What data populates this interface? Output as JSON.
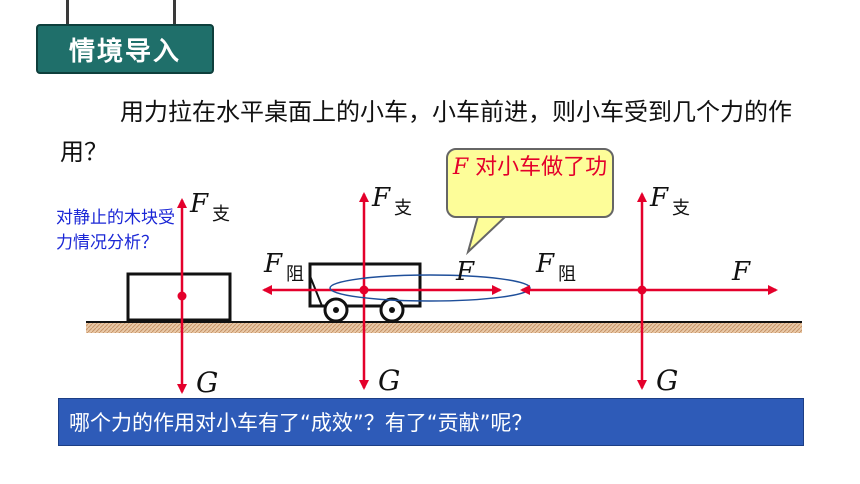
{
  "header": {
    "title": "情境导入"
  },
  "question": {
    "text": "用力拉在水平桌面上的小车，小车前进，则小车受到几个力的作用？"
  },
  "side_note": {
    "text": "对静止的木块受力情况分析？"
  },
  "callout": {
    "force_symbol": "F",
    "text": "对小车做了功"
  },
  "labels": {
    "F": "F",
    "support_sub": "支",
    "resist_sub": "阻",
    "G": "G"
  },
  "footer": {
    "text": "哪个力的作用对小车有了“成效”？有了“贡献”呢？"
  },
  "colors": {
    "header_bg": "#1f6f6a",
    "arrow": "#e4002b",
    "footer_bg": "#2e5bb8",
    "note": "#1b27d6",
    "callout_bg": "#fdfd99"
  }
}
